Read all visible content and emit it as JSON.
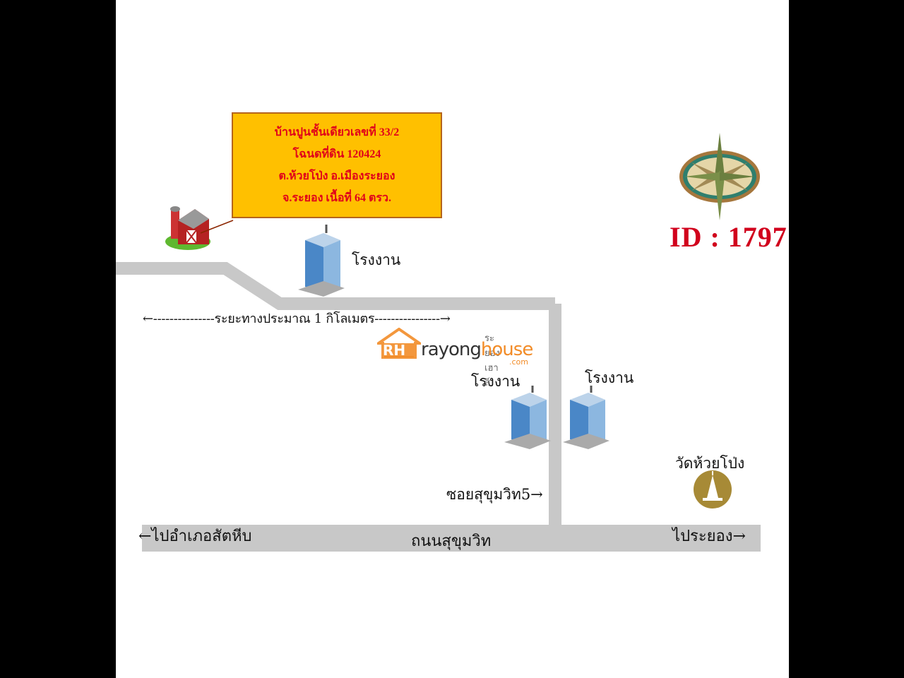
{
  "info_box": {
    "lines": [
      "บ้านปูนชั้นเดียวเลขที่ 33/2",
      "โฉนดที่ดิน 120424",
      "ต.ห้วยโป่ง อ.เมืองระยอง",
      "จ.ระยอง เนื้อที่ 64 ตรว."
    ]
  },
  "id_label": "ID : 1797",
  "labels": {
    "factory": "โรงงาน",
    "distance": "←---------------ระยะทางประมาณ 1 กิโลเมตร----------------→",
    "soi": "ซอยสุขุมวิท5→",
    "to_sattahip": "←ไปอำเภอสัตหีบ",
    "main_road": "ถนนสุขุมวิท",
    "to_rayong": "ไประยอง→",
    "temple": "วัดห้วยโป่ง"
  },
  "logo": {
    "mark": "RH",
    "thai": "ระยองเฮาส์",
    "part1": "rayong",
    "part2": "house",
    "suffix": ".com"
  },
  "colors": {
    "road": "#c8c8c8",
    "info_box_fill": "#ffc000",
    "info_text": "#e0001a",
    "id_text": "#d1001c",
    "logo_orange": "#f28c28"
  }
}
